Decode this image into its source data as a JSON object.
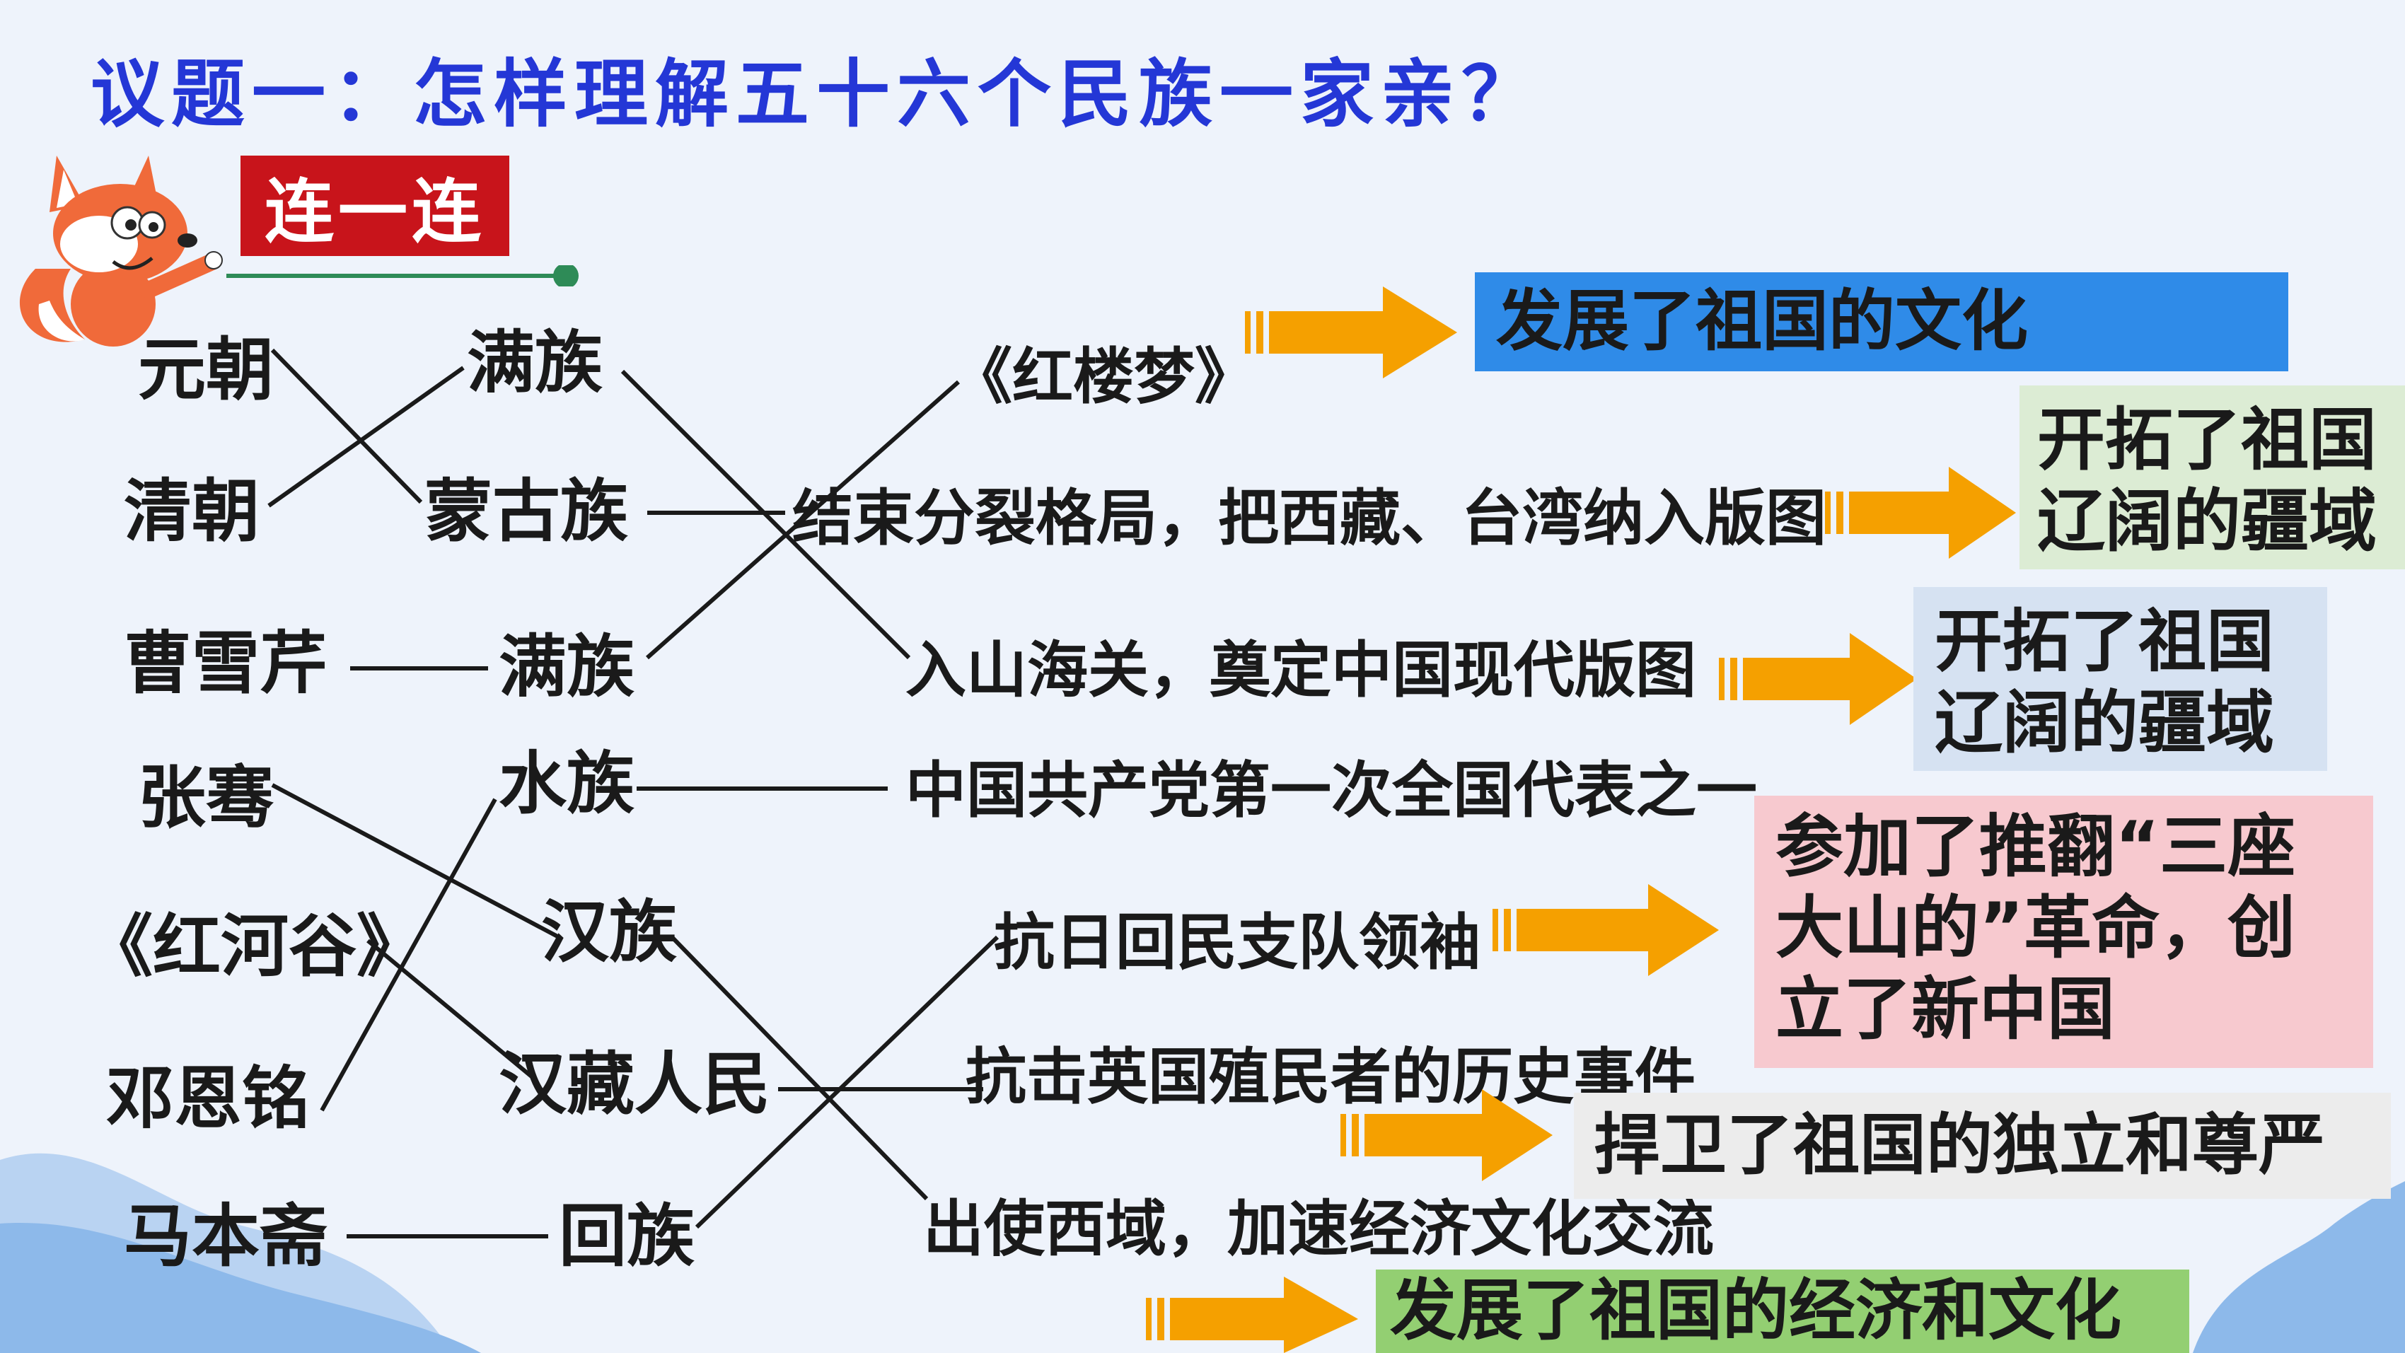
{
  "title": "议题一：怎样理解五十六个民族一家亲？",
  "badge": "连一连",
  "left_column": [
    "元朝",
    "清朝",
    "曹雪芹",
    "张骞",
    "《红河谷》",
    "邓恩铭",
    "马本斋"
  ],
  "middle_column": [
    "满族",
    "蒙古族",
    "满族",
    "水族",
    "汉族",
    "汉藏人民",
    "回族"
  ],
  "events": [
    "《红楼梦》",
    "结束分裂格局，把西藏、台湾纳入版图",
    "入山海关，奠定中国现代版图",
    "中国共产党第一次全国代表之一",
    "抗日回民支队领袖",
    "抗击英国殖民者的历史事件",
    "出使西域，加速经济文化交流"
  ],
  "results": {
    "culture": "发展了祖国的文化",
    "territory1_line1": "开拓了祖国",
    "territory1_line2": "辽阔的疆域",
    "territory2_line1": "开拓了祖国",
    "territory2_line2": "辽阔的疆域",
    "revolution_line1": "参加了推翻“三座",
    "revolution_line2": "大山的”革命，创",
    "revolution_line3": "立了新中国",
    "independence": "捍卫了祖国的独立和尊严",
    "economy_culture": "发展了祖国的经济和文化"
  },
  "colors": {
    "title": "#2437d6",
    "badge_bg": "#c8141b",
    "arrow": "#f5a000",
    "box_blue": "#2f8be8",
    "box_green": "#dcecd4",
    "box_lightblue": "#d6e2f2",
    "box_pink": "#f7c9cf",
    "box_gray": "#ececec",
    "box_bright_green": "#93cf72"
  }
}
